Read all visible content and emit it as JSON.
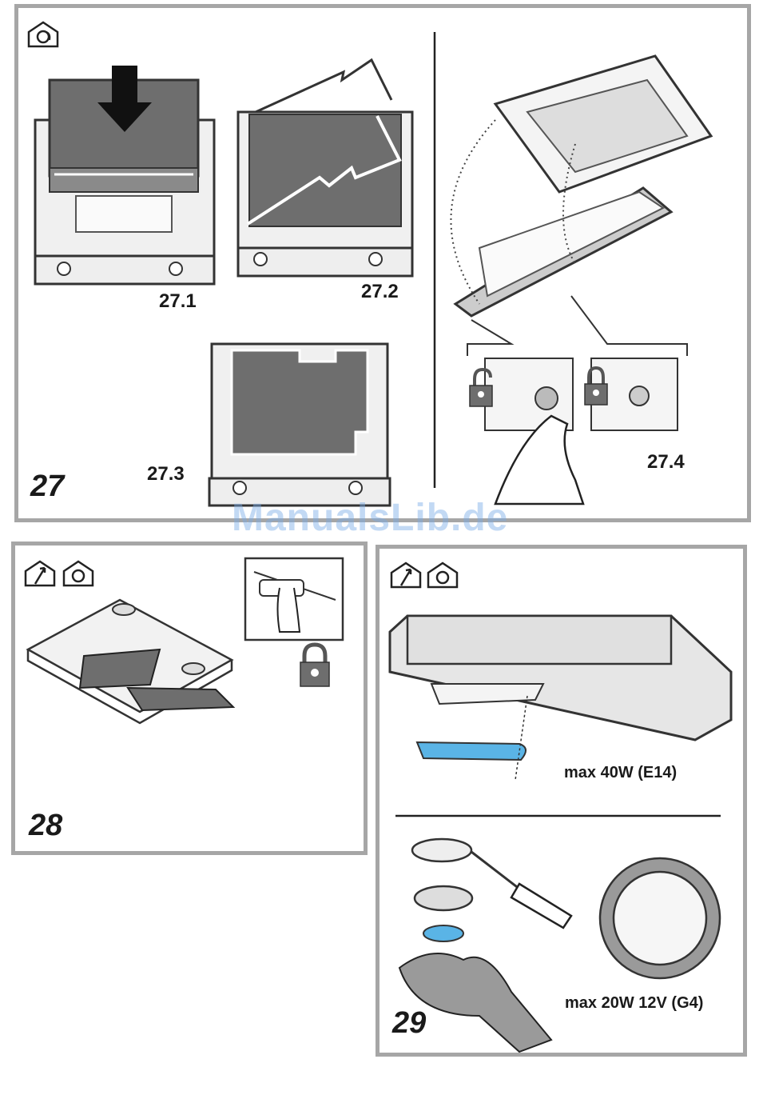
{
  "fig27": {
    "number": "27",
    "steps": [
      "27.1",
      "27.2",
      "27.3",
      "27.4"
    ]
  },
  "fig28": {
    "number": "28"
  },
  "fig29": {
    "number": "29",
    "spec_top": "max 40W (E14)",
    "spec_bottom": "max 20W 12V (G4)"
  },
  "watermark": "ManualsLib.de",
  "icons": [
    "recirculation-house-icon",
    "extraction-house-icon",
    "unlock-padlock-icon",
    "lock-padlock-icon"
  ],
  "colors": {
    "frame": "#a6a6a6",
    "filter": "#6e6e6e",
    "bulb_blue": "#5ab4e6"
  }
}
